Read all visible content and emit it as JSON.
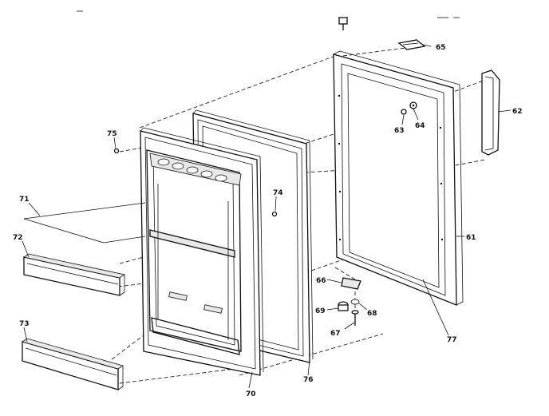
{
  "labels": {
    "p61": "61",
    "p62": "62",
    "p63": "63",
    "p64": "64",
    "p65": "65",
    "p66": "66",
    "p67": "67",
    "p68": "68",
    "p69": "69",
    "p70": "70",
    "p71": "71",
    "p72": "72",
    "p73": "73",
    "p74": "74",
    "p75": "75",
    "p76": "76",
    "p77": "77"
  }
}
